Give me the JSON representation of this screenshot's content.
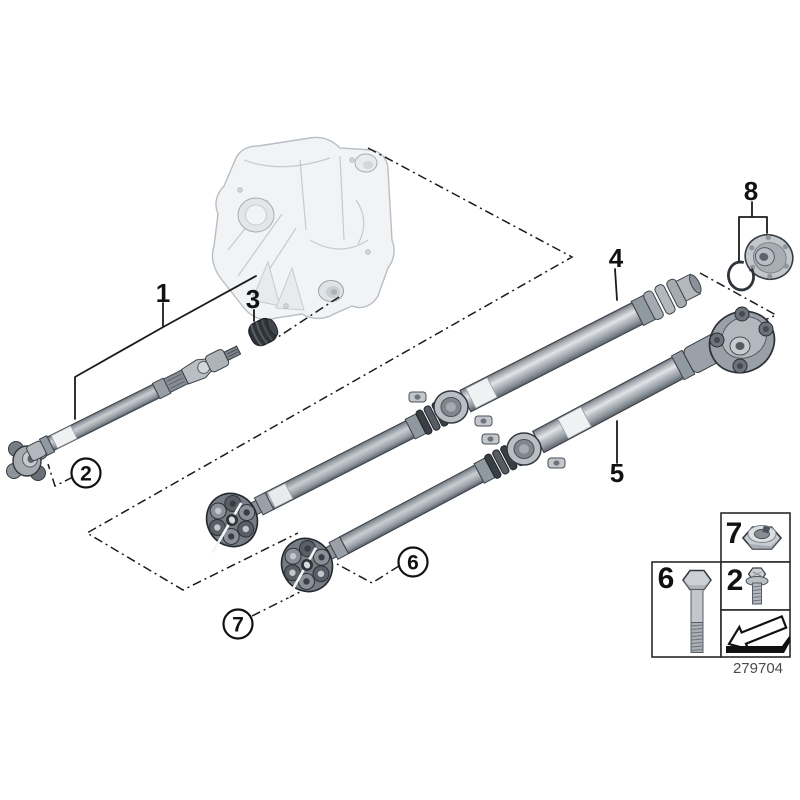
{
  "diagram": {
    "type": "exploded-parts-diagram",
    "subject": "Drive shaft / propeller shaft with transfer case",
    "part_number": "279704",
    "callouts": {
      "c1": {
        "label": "1",
        "style": "plain",
        "part": "front-drive-shaft"
      },
      "c2": {
        "label": "2",
        "style": "circled",
        "part": "flange-screw"
      },
      "c3": {
        "label": "3",
        "style": "plain",
        "part": "rubber-boot-cap"
      },
      "c4": {
        "label": "4",
        "style": "plain",
        "part": "rear-drive-shaft-upper"
      },
      "c5": {
        "label": "5",
        "style": "plain",
        "part": "rear-drive-shaft-lower"
      },
      "c6": {
        "label": "6",
        "style": "circled",
        "part": "hex-bolt"
      },
      "c7": {
        "label": "7",
        "style": "circled",
        "part": "self-locking-nut"
      },
      "c8": {
        "label": "8",
        "style": "plain",
        "part": "output-flange-with-lock-ring"
      }
    },
    "legend": {
      "nut_label": "7",
      "bolt_label": "6",
      "screw_label": "2",
      "icons": [
        "lock-nut-icon",
        "hex-bolt-icon",
        "flange-screw-icon",
        "direction-arrow-icon"
      ]
    },
    "colors": {
      "line": "#1b1b1b",
      "metal_mid": "#a6abb1",
      "metal_dark": "#565c63",
      "metal_light": "#e2e4e7",
      "rubber_dark": "#33383d",
      "case_light": "#f1f3f5",
      "label_gray": "#4b4b4b"
    }
  }
}
